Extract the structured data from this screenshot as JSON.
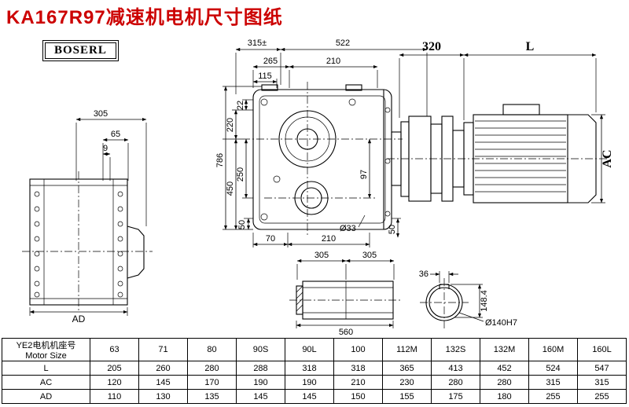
{
  "title": "KA167R97减速机电机尺寸图纸",
  "logo": "BOSERL",
  "colors": {
    "title": "#cc0000",
    "line": "#000000",
    "background": "#ffffff"
  },
  "side_view": {
    "dim_305": "305",
    "dim_65": "65",
    "dim_9": "9",
    "dim_ad": "AD"
  },
  "front_view": {
    "dim_315": "315±",
    "dim_522": "522",
    "dim_265": "265",
    "dim_210_top": "210",
    "dim_115": "115",
    "dim_786": "786",
    "dim_220": "220",
    "dim_450": "450",
    "dim_22": "22",
    "dim_250": "250",
    "dim_97": "97",
    "dim_50_left": "50",
    "dim_70": "70",
    "dim_210_bottom": "210",
    "dim_o33": "Ø33",
    "dim_50_right": "50"
  },
  "motor_view": {
    "dim_320": "320",
    "dim_l": "L",
    "dim_ac": "AC"
  },
  "shaft_view": {
    "dim_305_left": "305",
    "dim_305_right": "305",
    "dim_560": "560"
  },
  "end_view": {
    "dim_36": "36",
    "dim_148": "148.4",
    "dim_o140": "Ø140H7"
  },
  "table": {
    "header_cn": "YE2电机机座号",
    "header_en": "Motor Size",
    "sizes": [
      "63",
      "71",
      "80",
      "90S",
      "90L",
      "100",
      "112M",
      "132S",
      "132M",
      "160M",
      "160L"
    ],
    "rows": [
      {
        "label": "L",
        "values": [
          "205",
          "260",
          "280",
          "288",
          "318",
          "318",
          "365",
          "413",
          "452",
          "524",
          "547"
        ]
      },
      {
        "label": "AC",
        "values": [
          "120",
          "145",
          "170",
          "190",
          "190",
          "210",
          "230",
          "280",
          "280",
          "315",
          "315"
        ]
      },
      {
        "label": "AD",
        "values": [
          "110",
          "130",
          "135",
          "145",
          "145",
          "150",
          "155",
          "175",
          "180",
          "255",
          "255"
        ]
      }
    ]
  }
}
